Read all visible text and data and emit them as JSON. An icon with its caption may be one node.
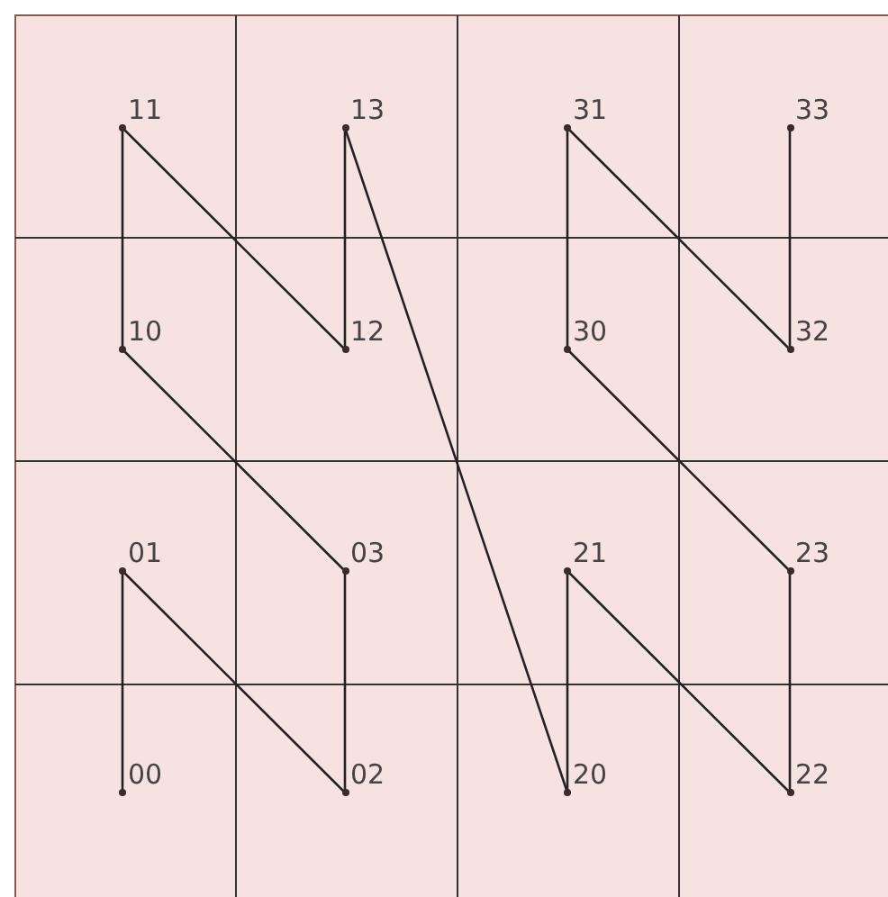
{
  "diagram": {
    "nodes": [
      {
        "text": [
          "00"
        ]
      },
      {
        "text": [
          "01"
        ]
      },
      {
        "text": [
          "02"
        ]
      },
      {
        "text": [
          "03"
        ]
      },
      {
        "text": [
          "10"
        ]
      },
      {
        "text": [
          "11"
        ]
      },
      {
        "text": [
          "12"
        ]
      },
      {
        "text": [
          "13"
        ]
      },
      {
        "text": [
          "20"
        ]
      },
      {
        "text": [
          "21"
        ]
      },
      {
        "text": [
          "22"
        ]
      },
      {
        "text": [
          "23"
        ]
      },
      {
        "text": [
          "30"
        ]
      },
      {
        "text": [
          "31"
        ]
      },
      {
        "text": [
          "32"
        ]
      },
      {
        "text": [
          "33"
        ]
      }
    ],
    "edges": [
      {
        "from": 0,
        "to": 1,
        "arrow": "none"
      },
      {
        "from": 1,
        "to": 2,
        "arrow": "none"
      },
      {
        "from": 2,
        "to": 3,
        "arrow": "none"
      },
      {
        "from": 3,
        "to": 4,
        "arrow": "none"
      },
      {
        "from": 4,
        "to": 5,
        "arrow": "none"
      },
      {
        "from": 5,
        "to": 6,
        "arrow": "none"
      },
      {
        "from": 6,
        "to": 7,
        "arrow": "none"
      },
      {
        "from": 7,
        "to": 8,
        "arrow": "none"
      },
      {
        "from": 8,
        "to": 9,
        "arrow": "none"
      },
      {
        "from": 9,
        "to": 10,
        "arrow": "none"
      },
      {
        "from": 10,
        "to": 11,
        "arrow": "none"
      },
      {
        "from": 11,
        "to": 12,
        "arrow": "none"
      },
      {
        "from": 12,
        "to": 13,
        "arrow": "none"
      },
      {
        "from": 13,
        "to": 14,
        "arrow": "none"
      },
      {
        "from": 14,
        "to": 15,
        "arrow": "none"
      }
    ]
  }
}
